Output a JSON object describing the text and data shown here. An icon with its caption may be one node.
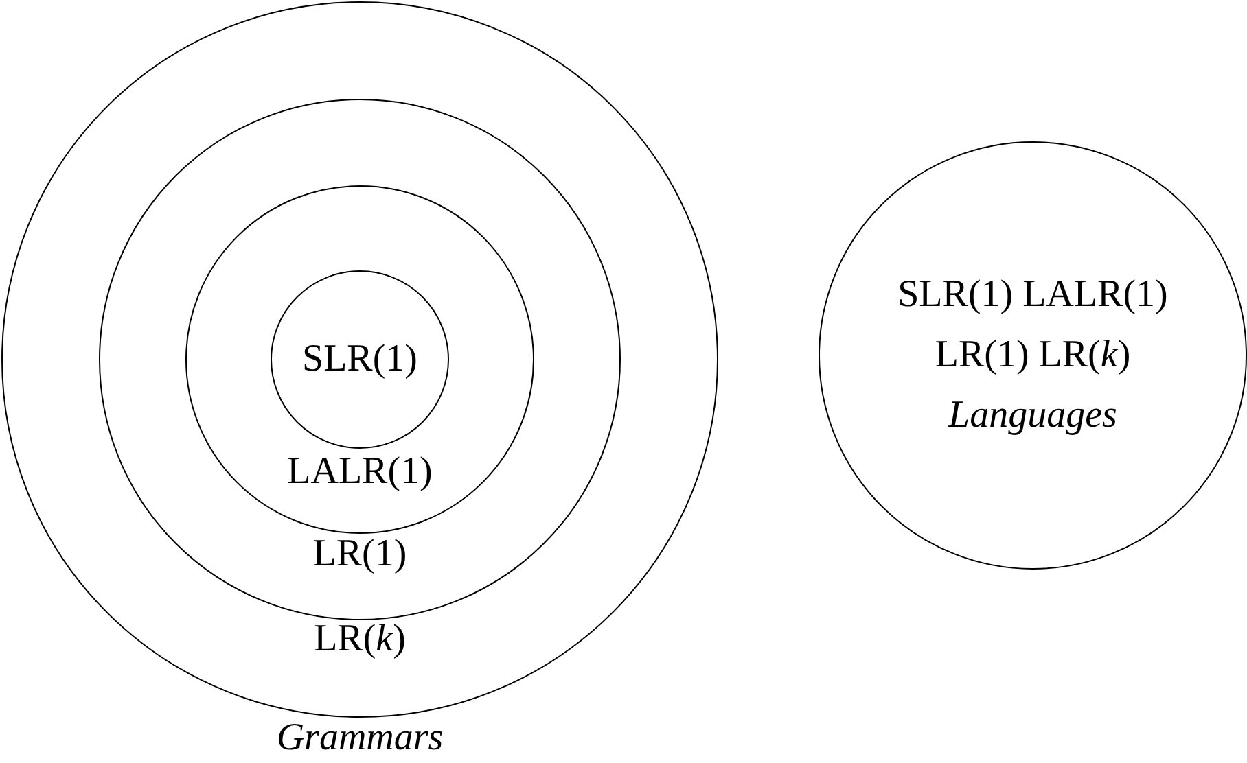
{
  "diagram": {
    "nodes": [
      {
        "text": [
          "LR(*k*)"
        ],
        "beside": [
          "Grammars"
        ]
      },
      {
        "text": [
          "LR(1)"
        ],
        "in": 0
      },
      {
        "text": [
          "LALR(1)"
        ],
        "in": 1
      },
      {
        "text": [
          "SLR(1)"
        ],
        "in": 2
      },
      {
        "text": [
          "SLR(1) LALR(1)",
          "LR(1) LR(*k*)",
          "Languages"
        ]
      }
    ]
  }
}
